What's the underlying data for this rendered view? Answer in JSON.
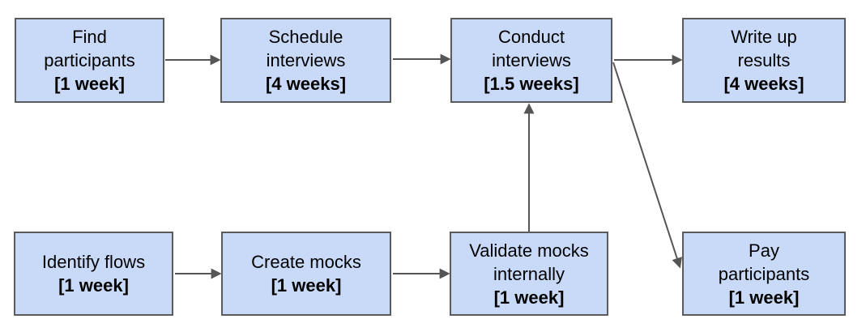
{
  "palette": {
    "node_fill": "#c9daf8",
    "node_border": "#5b5b5b",
    "arrow": "#555555",
    "text": "#000000",
    "background": "#ffffff"
  },
  "nodes": {
    "find_participants": {
      "lines": [
        "Find",
        "participants"
      ],
      "duration": "[1 week]"
    },
    "schedule_interviews": {
      "lines": [
        "Schedule",
        "interviews"
      ],
      "duration": "[4 weeks]"
    },
    "conduct_interviews": {
      "lines": [
        "Conduct",
        "interviews"
      ],
      "duration": "[1.5 weeks]"
    },
    "write_up_results": {
      "lines": [
        "Write up",
        "results"
      ],
      "duration": "[4 weeks]"
    },
    "identify_flows": {
      "lines": [
        "Identify flows"
      ],
      "duration": "[1 week]"
    },
    "create_mocks": {
      "lines": [
        "Create mocks"
      ],
      "duration": "[1 week]"
    },
    "validate_mocks": {
      "lines": [
        "Validate mocks",
        "internally"
      ],
      "duration": "[1 week]"
    },
    "pay_participants": {
      "lines": [
        "Pay",
        "participants"
      ],
      "duration": "[1 week]"
    }
  },
  "edges": [
    {
      "from": "find_participants",
      "to": "schedule_interviews"
    },
    {
      "from": "schedule_interviews",
      "to": "conduct_interviews"
    },
    {
      "from": "conduct_interviews",
      "to": "write_up_results"
    },
    {
      "from": "identify_flows",
      "to": "create_mocks"
    },
    {
      "from": "create_mocks",
      "to": "validate_mocks"
    },
    {
      "from": "validate_mocks",
      "to": "conduct_interviews"
    },
    {
      "from": "conduct_interviews",
      "to": "pay_participants"
    }
  ]
}
